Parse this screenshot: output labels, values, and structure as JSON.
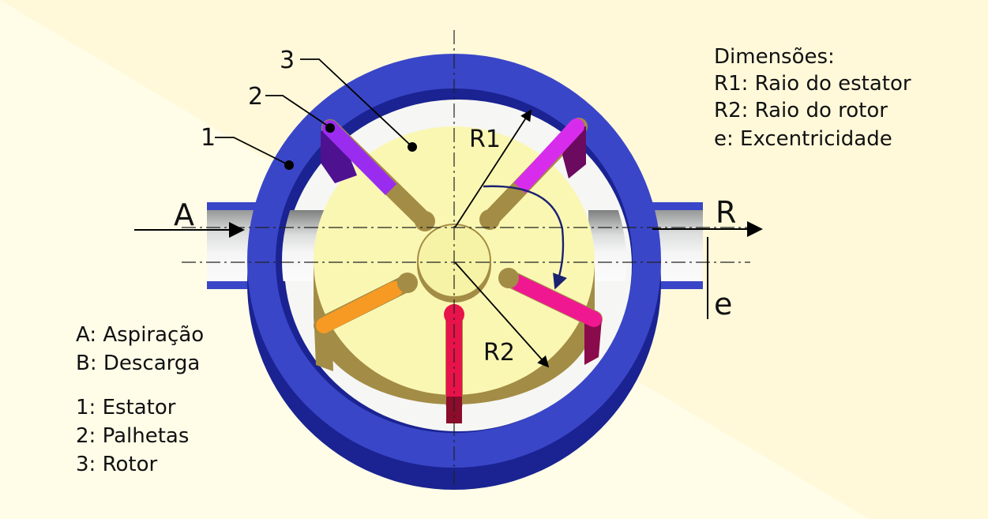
{
  "labels": {
    "inlet": "A",
    "outlet": "R",
    "eccentricity": "e",
    "r1": "R1",
    "r2": "R2",
    "callout_1": "1",
    "callout_2": "2",
    "callout_3": "3"
  },
  "legend_dimensions": {
    "title": "Dimensões:",
    "items": [
      "R1: Raio do estator",
      "R2: Raio do rotor",
      "e: Excentricidade"
    ]
  },
  "legend_ports": {
    "items": [
      "A: Aspiração",
      "B: Descarga"
    ]
  },
  "legend_parts": {
    "items": [
      "1: Estator",
      "2: Palhetas",
      "3: Rotor"
    ]
  },
  "colors": {
    "background": "#fffde8",
    "background_band": "#fff9da",
    "stator": "#3a46c8",
    "stator_dark": "#1a2391",
    "stator_inner": "#f6f6f4",
    "rotor_face": "#faf7b3",
    "rotor_side": "#a38c45",
    "hub": "#f6f3a6",
    "vane_purple": "#9a2cf0",
    "vane_purple_dark": "#4e1190",
    "vane_magenta": "#d82cec",
    "vane_magenta_dark": "#6b0a5e",
    "vane_orange": "#f79a24",
    "vane_red": "#e8134a",
    "vane_red_dark": "#8b0c2b",
    "vane_pink": "#f01890",
    "vane_pink_dark": "#8a0b4c",
    "arrow": "#1b2270"
  }
}
